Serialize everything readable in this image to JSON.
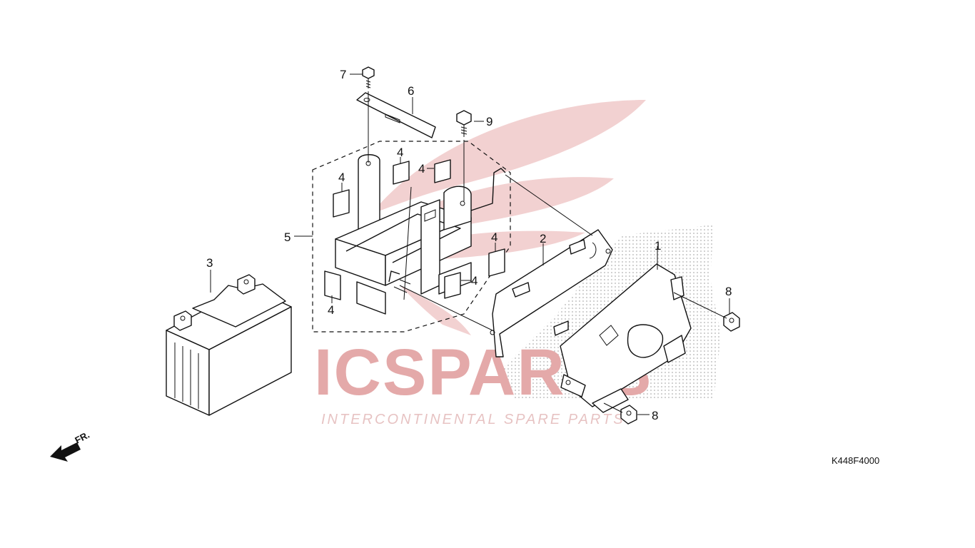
{
  "diagram": {
    "code": "K448F4000",
    "direction_label": "FR.",
    "callouts": [
      "1",
      "2",
      "3",
      "4",
      "4",
      "4",
      "4",
      "4",
      "4",
      "5",
      "6",
      "7",
      "8",
      "8",
      "9"
    ]
  },
  "watermark": {
    "brand": "ICSPARTS",
    "tagline": "INTERCONTINENTAL SPARE PARTS",
    "color_red": "#e7b4b4",
    "color_grey": "#d6d6d6"
  }
}
